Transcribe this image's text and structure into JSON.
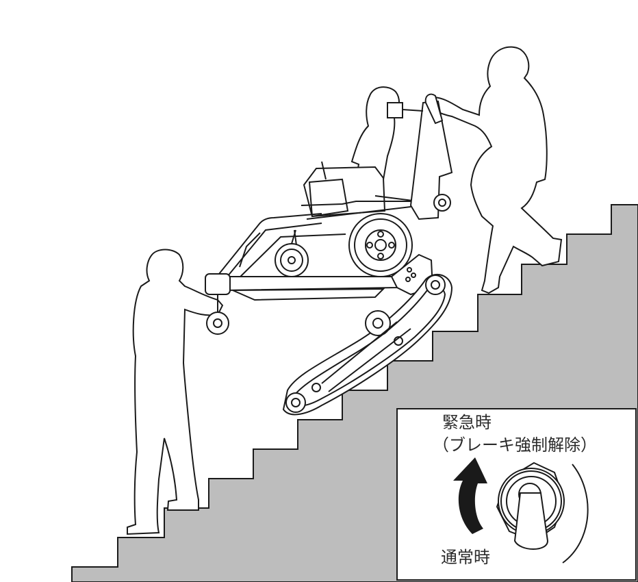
{
  "inset": {
    "emergency_label": "緊急時",
    "brake_release_label": "（ブレーキ強制解除）",
    "normal_label": "通常時"
  },
  "colors": {
    "stairs_fill": "#bdbdbd",
    "outline": "#1a1a1a",
    "background": "#ffffff"
  }
}
